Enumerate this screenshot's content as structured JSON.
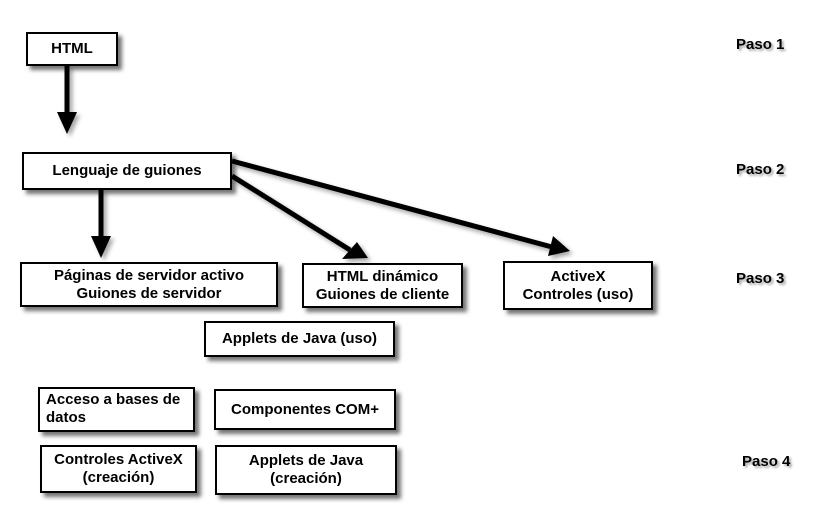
{
  "diagram": {
    "nodes": {
      "html": {
        "lines": [
          "HTML"
        ]
      },
      "scripting": {
        "lines": [
          "Lenguaje de guiones"
        ]
      },
      "asp": {
        "lines": [
          "Páginas de servidor activo",
          "Guiones de servidor"
        ]
      },
      "dhtml": {
        "lines": [
          "HTML dinámico",
          "Guiones de cliente"
        ]
      },
      "activex_use": {
        "lines": [
          "ActiveX",
          "Controles (uso)"
        ]
      },
      "java_applets_use": {
        "lines": [
          "Applets de Java (uso)"
        ]
      },
      "db_access": {
        "lines": [
          "Acceso a bases de",
          "datos"
        ]
      },
      "com_components": {
        "lines": [
          "Componentes COM+"
        ]
      },
      "activex_create": {
        "lines": [
          "Controles ActiveX",
          "(creación)"
        ]
      },
      "java_applets_create": {
        "lines": [
          "Applets de Java",
          "(creación)"
        ]
      }
    },
    "steps": [
      "Paso 1",
      "Paso 2",
      "Paso 3",
      "Paso 4"
    ],
    "edges": [
      {
        "from": "html",
        "to": "scripting"
      },
      {
        "from": "scripting",
        "to": "asp"
      },
      {
        "from": "scripting",
        "to": "dhtml"
      },
      {
        "from": "scripting",
        "to": "activex_use"
      }
    ]
  }
}
